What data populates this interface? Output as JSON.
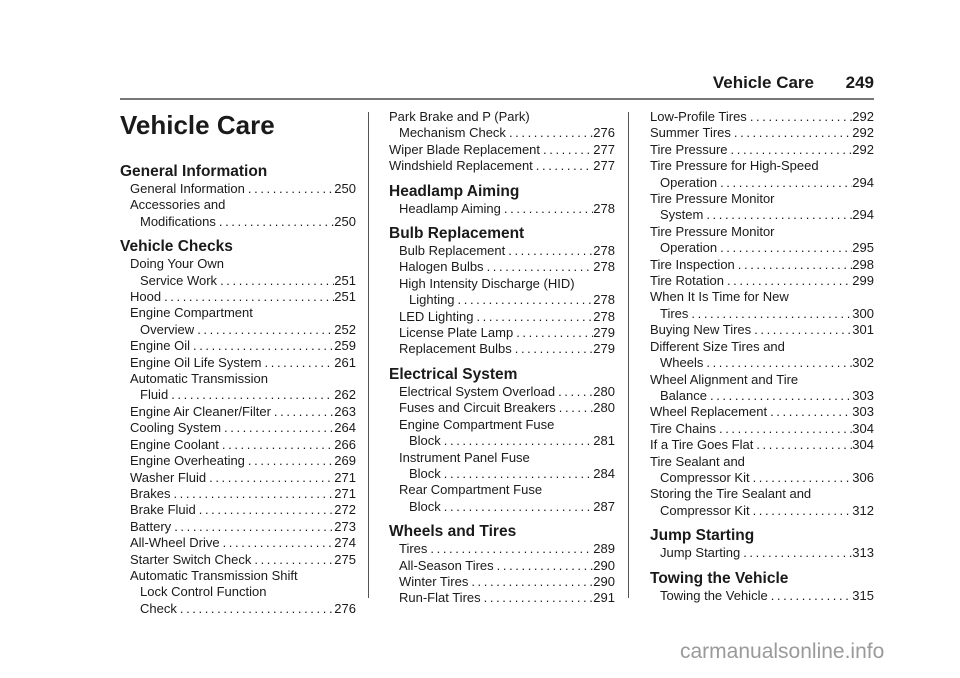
{
  "header": {
    "title": "Vehicle Care",
    "page": "249"
  },
  "chapter_title": "Vehicle Care",
  "columns": [
    {
      "sections": [
        {
          "heading": "General Information",
          "entries": [
            {
              "lines": [
                "General Information"
              ],
              "page": "250"
            },
            {
              "lines": [
                "Accessories and",
                "Modifications"
              ],
              "page": "250"
            }
          ]
        },
        {
          "heading": "Vehicle Checks",
          "entries": [
            {
              "lines": [
                "Doing Your Own",
                "Service Work"
              ],
              "page": "251"
            },
            {
              "lines": [
                "Hood"
              ],
              "page": "251"
            },
            {
              "lines": [
                "Engine Compartment",
                "Overview"
              ],
              "page": "252"
            },
            {
              "lines": [
                "Engine Oil"
              ],
              "page": "259"
            },
            {
              "lines": [
                "Engine Oil Life System"
              ],
              "page": "261"
            },
            {
              "lines": [
                "Automatic Transmission",
                "Fluid"
              ],
              "page": "262"
            },
            {
              "lines": [
                "Engine Air Cleaner/Filter"
              ],
              "page": "263"
            },
            {
              "lines": [
                "Cooling System"
              ],
              "page": "264"
            },
            {
              "lines": [
                "Engine Coolant"
              ],
              "page": "266"
            },
            {
              "lines": [
                "Engine Overheating"
              ],
              "page": "269"
            },
            {
              "lines": [
                "Washer Fluid"
              ],
              "page": "271"
            },
            {
              "lines": [
                "Brakes"
              ],
              "page": "271"
            },
            {
              "lines": [
                "Brake Fluid"
              ],
              "page": "272"
            },
            {
              "lines": [
                "Battery"
              ],
              "page": "273"
            },
            {
              "lines": [
                "All-Wheel Drive"
              ],
              "page": "274"
            },
            {
              "lines": [
                "Starter Switch Check"
              ],
              "page": "275"
            },
            {
              "lines": [
                "Automatic Transmission Shift",
                "Lock Control Function",
                "Check"
              ],
              "page": "276"
            }
          ]
        }
      ]
    },
    {
      "sections": [
        {
          "heading": "",
          "entries": [
            {
              "lines": [
                "Park Brake and P (Park)",
                "Mechanism Check"
              ],
              "page": "276"
            },
            {
              "lines": [
                "Wiper Blade Replacement"
              ],
              "page": "277"
            },
            {
              "lines": [
                "Windshield Replacement"
              ],
              "page": "277"
            }
          ]
        },
        {
          "heading": "Headlamp Aiming",
          "entries": [
            {
              "lines": [
                "Headlamp Aiming"
              ],
              "page": "278"
            }
          ]
        },
        {
          "heading": "Bulb Replacement",
          "entries": [
            {
              "lines": [
                "Bulb Replacement"
              ],
              "page": "278"
            },
            {
              "lines": [
                "Halogen Bulbs"
              ],
              "page": "278"
            },
            {
              "lines": [
                "High Intensity Discharge (HID)",
                "Lighting"
              ],
              "page": "278"
            },
            {
              "lines": [
                "LED Lighting"
              ],
              "page": "278"
            },
            {
              "lines": [
                "License Plate Lamp"
              ],
              "page": "279"
            },
            {
              "lines": [
                "Replacement Bulbs"
              ],
              "page": "279"
            }
          ]
        },
        {
          "heading": "Electrical System",
          "entries": [
            {
              "lines": [
                "Electrical System Overload"
              ],
              "page": "280"
            },
            {
              "lines": [
                "Fuses and Circuit Breakers"
              ],
              "page": "280"
            },
            {
              "lines": [
                "Engine Compartment Fuse",
                "Block"
              ],
              "page": "281"
            },
            {
              "lines": [
                "Instrument Panel Fuse",
                "Block"
              ],
              "page": "284"
            },
            {
              "lines": [
                "Rear Compartment Fuse",
                "Block"
              ],
              "page": "287"
            }
          ]
        },
        {
          "heading": "Wheels and Tires",
          "entries": [
            {
              "lines": [
                "Tires"
              ],
              "page": "289"
            },
            {
              "lines": [
                "All-Season Tires"
              ],
              "page": "290"
            },
            {
              "lines": [
                "Winter Tires"
              ],
              "page": "290"
            },
            {
              "lines": [
                "Run-Flat Tires"
              ],
              "page": "291"
            }
          ]
        }
      ]
    },
    {
      "sections": [
        {
          "heading": "",
          "entries": [
            {
              "lines": [
                "Low-Profile Tires"
              ],
              "page": "292"
            },
            {
              "lines": [
                "Summer Tires"
              ],
              "page": "292"
            },
            {
              "lines": [
                "Tire Pressure"
              ],
              "page": "292"
            },
            {
              "lines": [
                "Tire Pressure for High-Speed",
                "Operation"
              ],
              "page": "294"
            },
            {
              "lines": [
                "Tire Pressure Monitor",
                "System"
              ],
              "page": "294"
            },
            {
              "lines": [
                "Tire Pressure Monitor",
                "Operation"
              ],
              "page": "295"
            },
            {
              "lines": [
                "Tire Inspection"
              ],
              "page": "298"
            },
            {
              "lines": [
                "Tire Rotation"
              ],
              "page": "299"
            },
            {
              "lines": [
                "When It Is Time for New",
                "Tires"
              ],
              "page": "300"
            },
            {
              "lines": [
                "Buying New Tires"
              ],
              "page": "301"
            },
            {
              "lines": [
                "Different Size Tires and",
                "Wheels"
              ],
              "page": "302"
            },
            {
              "lines": [
                "Wheel Alignment and Tire",
                "Balance"
              ],
              "page": "303"
            },
            {
              "lines": [
                "Wheel Replacement"
              ],
              "page": "303"
            },
            {
              "lines": [
                "Tire Chains"
              ],
              "page": "304"
            },
            {
              "lines": [
                "If a Tire Goes Flat"
              ],
              "page": "304"
            },
            {
              "lines": [
                "Tire Sealant and",
                "Compressor Kit"
              ],
              "page": "306"
            },
            {
              "lines": [
                "Storing the Tire Sealant and",
                "Compressor Kit"
              ],
              "page": "312"
            }
          ]
        },
        {
          "heading": "Jump Starting",
          "entries": [
            {
              "lines": [
                "Jump Starting"
              ],
              "page": "313"
            }
          ]
        },
        {
          "heading": "Towing the Vehicle",
          "entries": [
            {
              "lines": [
                "Towing the Vehicle"
              ],
              "page": "315"
            }
          ]
        }
      ]
    }
  ],
  "watermark": "carmanualsonline.info"
}
